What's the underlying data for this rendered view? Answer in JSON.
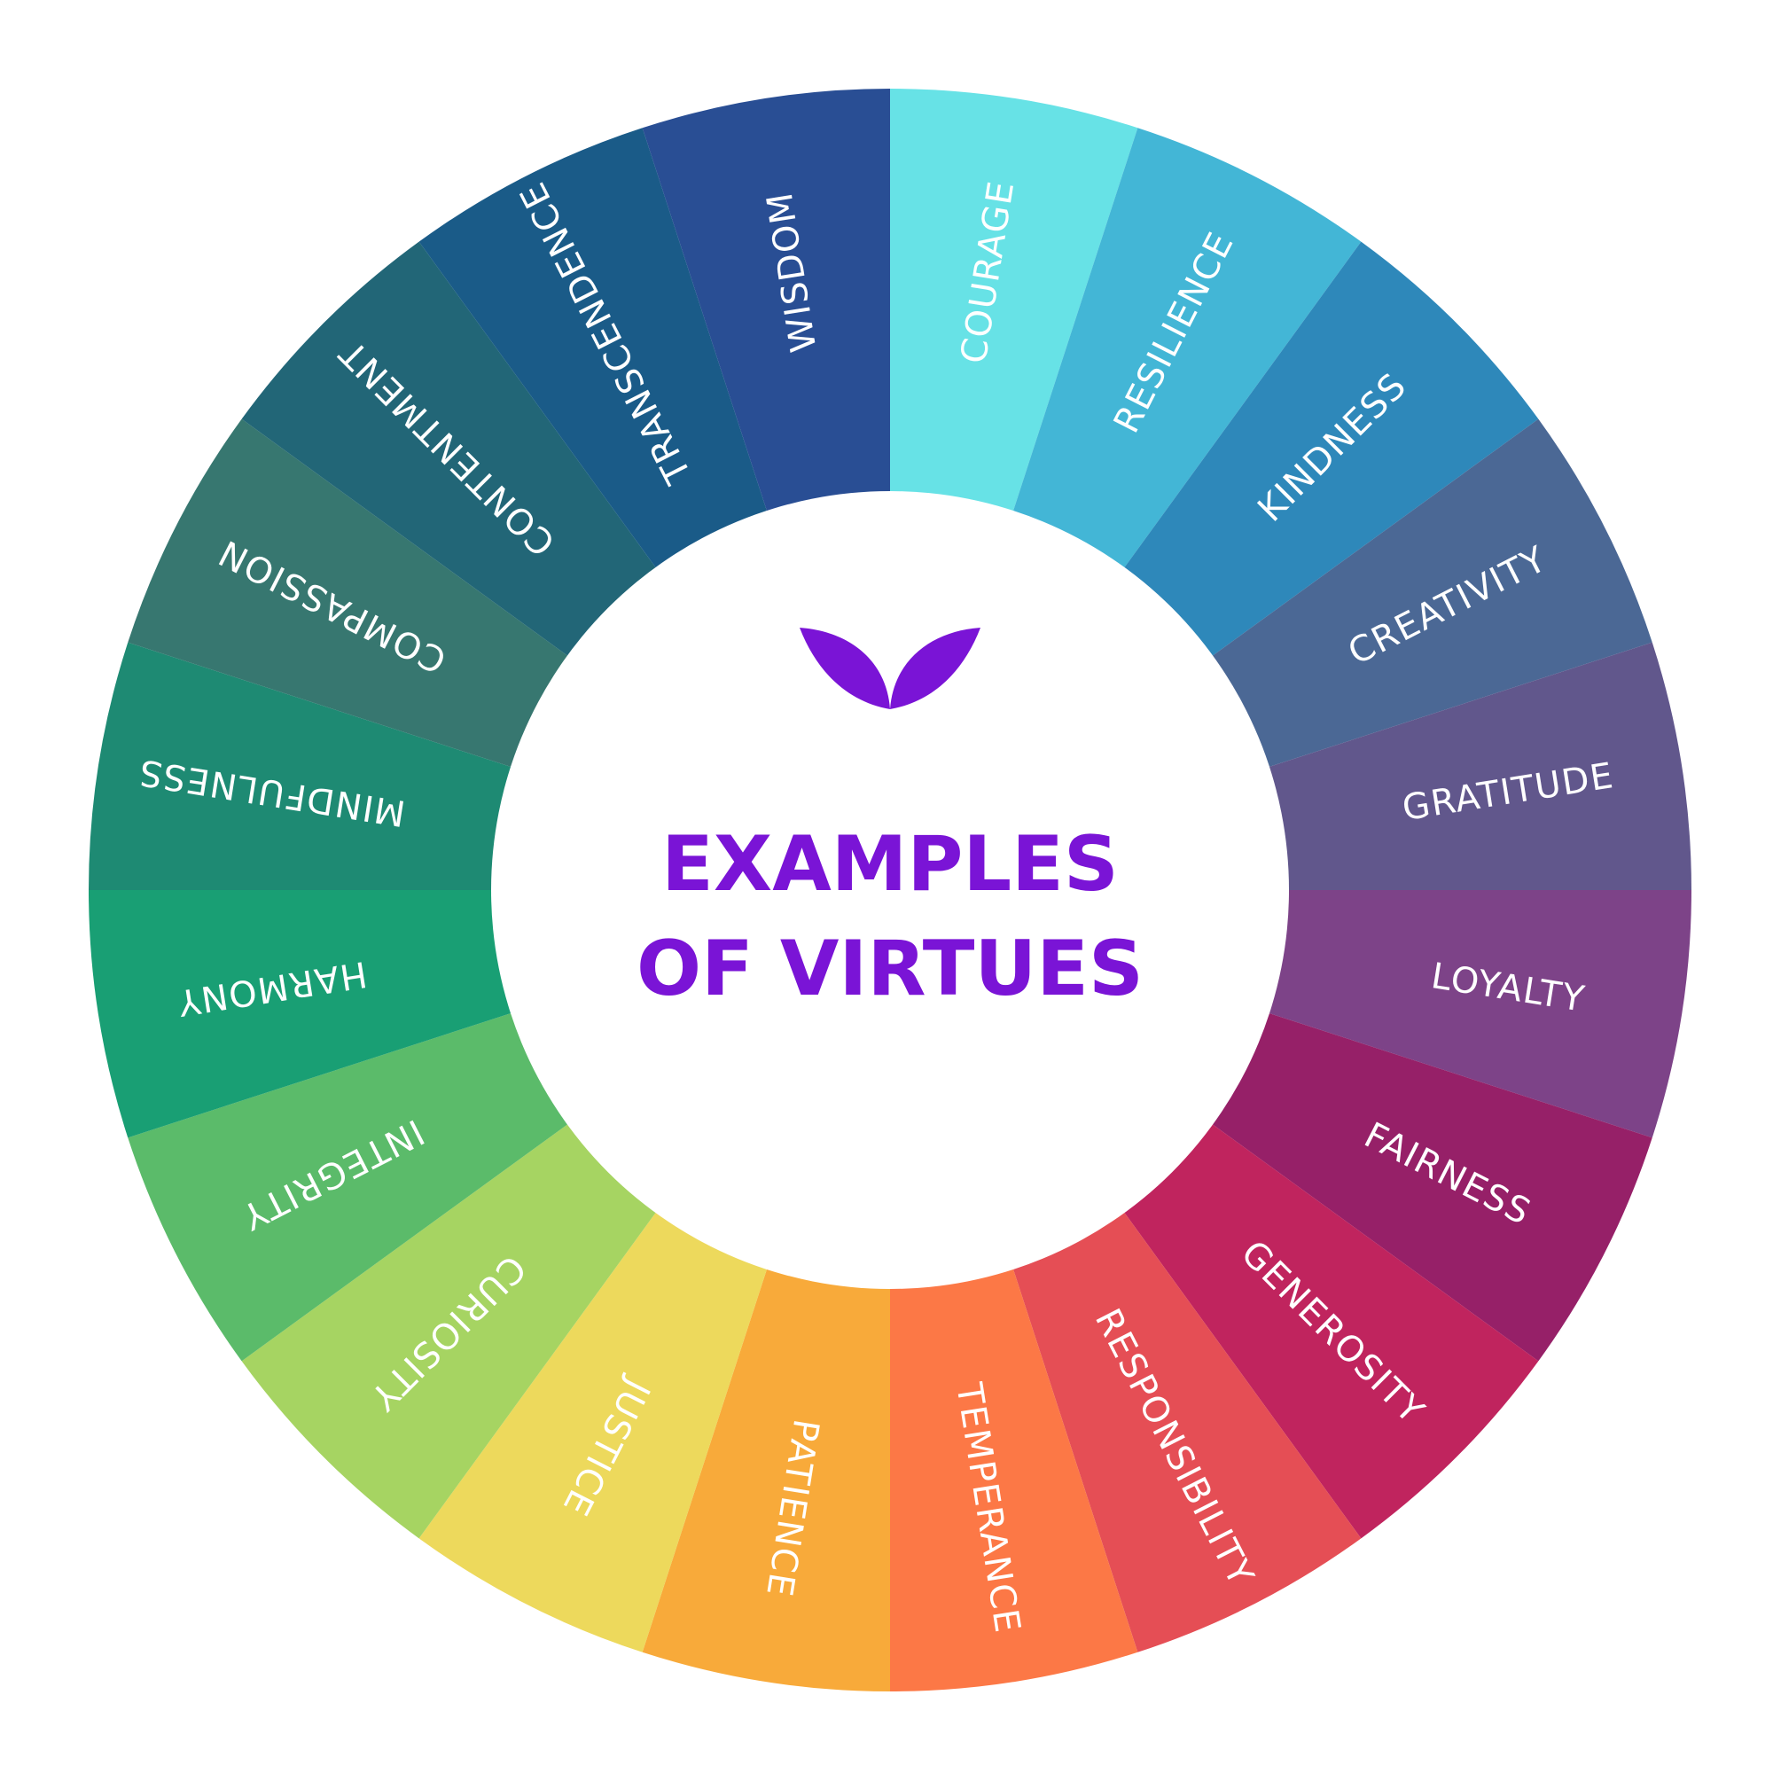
{
  "title": {
    "line1": "EXAMPLES",
    "line2": "OF VIRTUES",
    "color": "#7A14D6"
  },
  "logo": {
    "icon": "two-leaves-icon",
    "color": "#7A14D6"
  },
  "background_color": "#FFFFFF",
  "center_color": "#FFFFFF",
  "segments": [
    {
      "label": "COURAGE",
      "color": "#67E2E6"
    },
    {
      "label": "RESILIENCE",
      "color": "#43B6D6"
    },
    {
      "label": "KINDNESS",
      "color": "#2E88BA"
    },
    {
      "label": "CREATIVITY",
      "color": "#4B6895"
    },
    {
      "label": "GRATITUDE",
      "color": "#61578C"
    },
    {
      "label": "LOYALTY",
      "color": "#7D4388"
    },
    {
      "label": "FAIRNESS",
      "color": "#962068"
    },
    {
      "label": "GENEROSITY",
      "color": "#C0245E"
    },
    {
      "label": "RESPONSIBILITY",
      "color": "#E54E55"
    },
    {
      "label": "TEMPERANCE",
      "color": "#FC7846"
    },
    {
      "label": "PATIENCE",
      "color": "#F8AA3A"
    },
    {
      "label": "JUSTICE",
      "color": "#EDD95C"
    },
    {
      "label": "CURIOSITY",
      "color": "#A6D462"
    },
    {
      "label": "INTEGRITY",
      "color": "#5BBB6A"
    },
    {
      "label": "HARMONY",
      "color": "#199F74"
    },
    {
      "label": "MINDFULNESS",
      "color": "#1E8A73"
    },
    {
      "label": "COMPASSION",
      "color": "#377770"
    },
    {
      "label": "CONTENTMENT",
      "color": "#226677"
    },
    {
      "label": "TRANSCENDENCE",
      "color": "#1A5B88"
    },
    {
      "label": "WISDOM",
      "color": "#294E94"
    }
  ]
}
